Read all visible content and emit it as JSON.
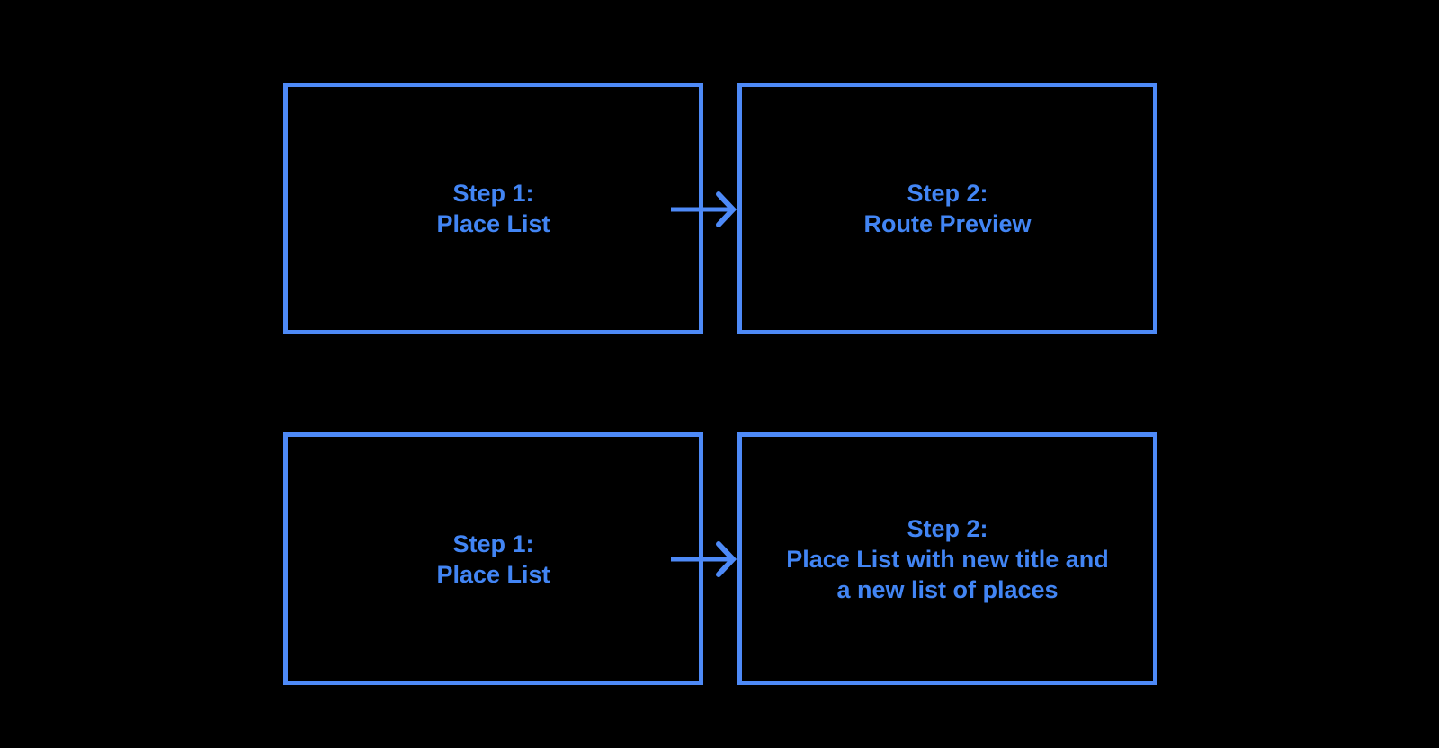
{
  "colors": {
    "background": "#000000",
    "box_border": "#4e8af7",
    "box_text": "#4285f4",
    "arrow": "#4e8af7"
  },
  "flow": {
    "rows": [
      {
        "from": {
          "lines": [
            "Step 1:",
            "Place List"
          ]
        },
        "to": {
          "lines": [
            "Step 2:",
            "Route Preview"
          ]
        }
      },
      {
        "from": {
          "lines": [
            "Step 1:",
            "Place List"
          ]
        },
        "to": {
          "lines": [
            "Step 2:",
            "Place List with new title and",
            "a new list of places"
          ]
        }
      }
    ],
    "connector_icon": "arrow-right-icon"
  }
}
